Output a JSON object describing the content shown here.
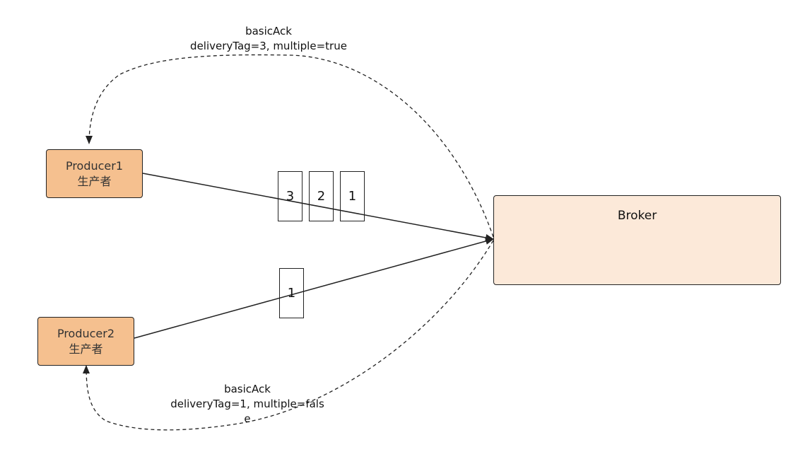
{
  "producers": [
    {
      "name": "Producer1",
      "subtitle": "生产者"
    },
    {
      "name": "Producer2",
      "subtitle": "生产者"
    }
  ],
  "broker": {
    "name": "Broker"
  },
  "messages_p1": [
    "3",
    "2",
    "1"
  ],
  "messages_p2": [
    "1"
  ],
  "ack_p1": {
    "title": "basicAck",
    "detail": "deliveryTag=3, multiple=true"
  },
  "ack_p2": {
    "title": "basicAck",
    "detail": "deliveryTag=1, multiple=fals",
    "detail_wrap": "e"
  },
  "colors": {
    "producer_fill": "#f5c08f",
    "broker_fill": "#fce9d9",
    "line": "#222222"
  }
}
